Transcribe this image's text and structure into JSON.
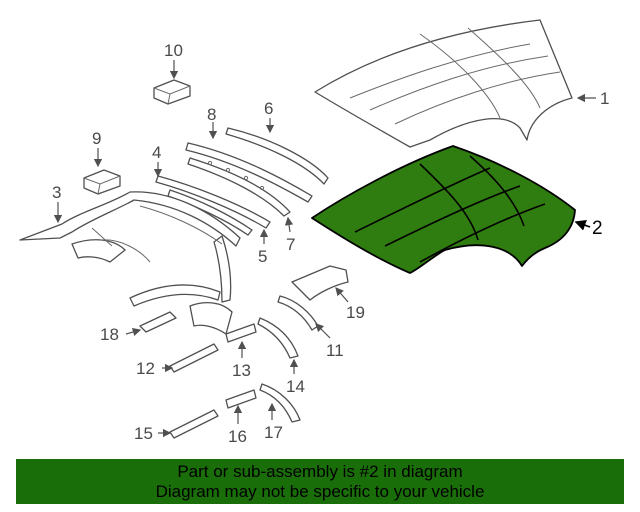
{
  "diagram": {
    "highlight_color": "#2f7d10",
    "selected_part": "2",
    "callouts": [
      {
        "id": "1",
        "label": "1"
      },
      {
        "id": "2",
        "label": "2"
      },
      {
        "id": "3",
        "label": "3"
      },
      {
        "id": "4",
        "label": "4"
      },
      {
        "id": "5",
        "label": "5"
      },
      {
        "id": "6",
        "label": "6"
      },
      {
        "id": "7",
        "label": "7"
      },
      {
        "id": "8",
        "label": "8"
      },
      {
        "id": "9",
        "label": "9"
      },
      {
        "id": "10",
        "label": "10"
      },
      {
        "id": "11",
        "label": "11"
      },
      {
        "id": "12",
        "label": "12"
      },
      {
        "id": "13",
        "label": "13"
      },
      {
        "id": "14",
        "label": "14"
      },
      {
        "id": "15",
        "label": "15"
      },
      {
        "id": "16",
        "label": "16"
      },
      {
        "id": "17",
        "label": "17"
      },
      {
        "id": "18",
        "label": "18"
      },
      {
        "id": "19",
        "label": "19"
      }
    ]
  },
  "banner": {
    "line1": "Part or sub-assembly is #2 in diagram",
    "line2": "Diagram may not be specific to your vehicle",
    "color": "#1a6e0a"
  }
}
